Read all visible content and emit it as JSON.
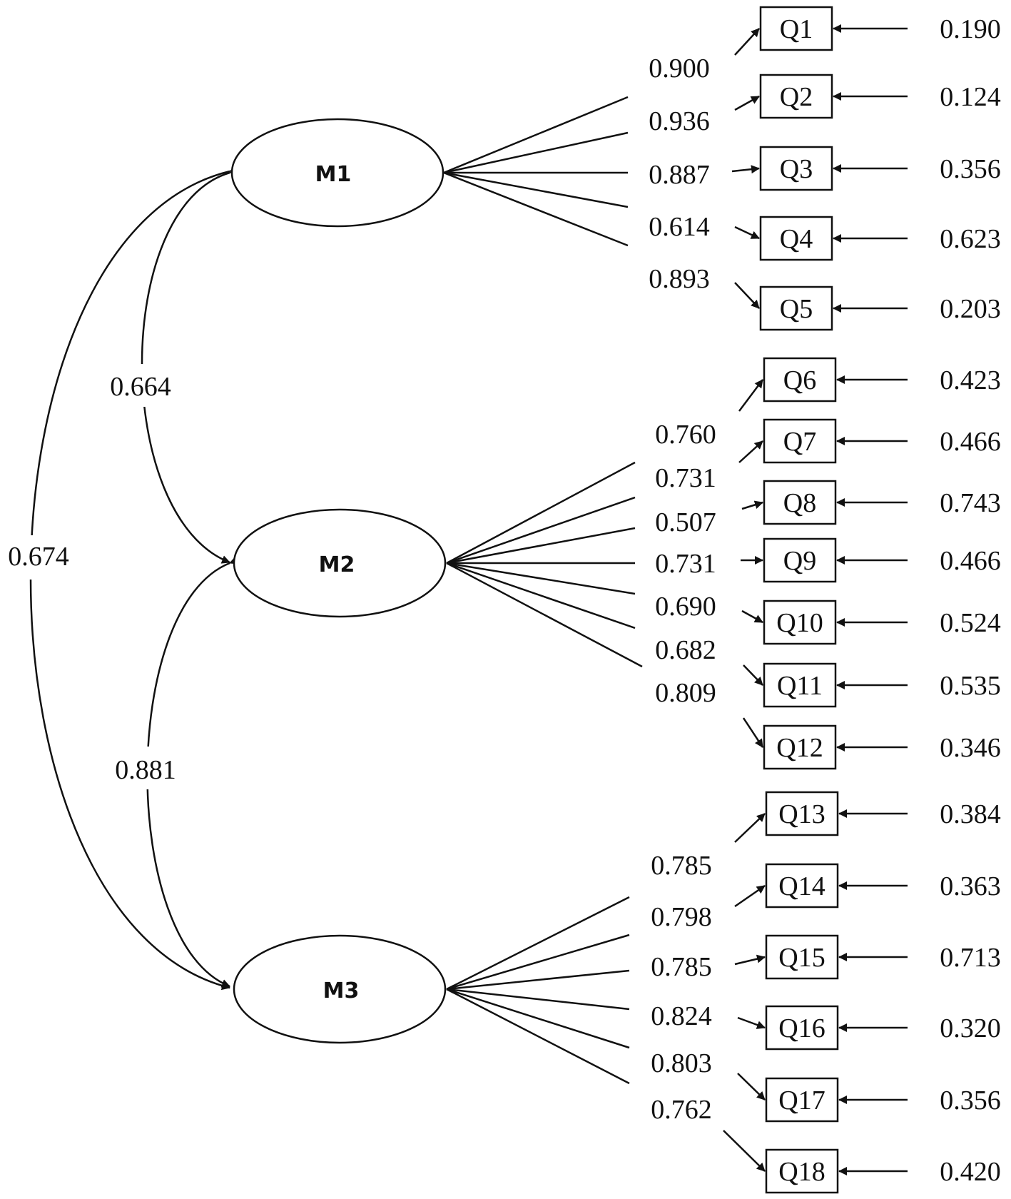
{
  "factors": [
    {
      "id": "M1",
      "label": "M1"
    },
    {
      "id": "M2",
      "label": "M2"
    },
    {
      "id": "M3",
      "label": "M3"
    }
  ],
  "indicators": [
    {
      "label": "Q1",
      "factor": "M1",
      "loading": "0.900",
      "error": "0.190"
    },
    {
      "label": "Q2",
      "factor": "M1",
      "loading": "0.936",
      "error": "0.124"
    },
    {
      "label": "Q3",
      "factor": "M1",
      "loading": "0.887",
      "error": "0.356"
    },
    {
      "label": "Q4",
      "factor": "M1",
      "loading": "0.614",
      "error": "0.623"
    },
    {
      "label": "Q5",
      "factor": "M1",
      "loading": "0.893",
      "error": "0.203"
    },
    {
      "label": "Q6",
      "factor": "M2",
      "loading": "0.760",
      "error": "0.423"
    },
    {
      "label": "Q7",
      "factor": "M2",
      "loading": "0.731",
      "error": "0.466"
    },
    {
      "label": "Q8",
      "factor": "M2",
      "loading": "0.507",
      "error": "0.743"
    },
    {
      "label": "Q9",
      "factor": "M2",
      "loading": "0.731",
      "error": "0.466"
    },
    {
      "label": "Q10",
      "factor": "M2",
      "loading": "0.690",
      "error": "0.524"
    },
    {
      "label": "Q11",
      "factor": "M2",
      "loading": "0.682",
      "error": "0.535"
    },
    {
      "label": "Q12",
      "factor": "M2",
      "loading": "0.809",
      "error": "0.346"
    },
    {
      "label": "Q13",
      "factor": "M3",
      "loading": "0.785",
      "error": "0.384"
    },
    {
      "label": "Q14",
      "factor": "M3",
      "loading": "0.798",
      "error": "0.363"
    },
    {
      "label": "Q15",
      "factor": "M3",
      "loading": "0.785",
      "error": "0.713"
    },
    {
      "label": "Q16",
      "factor": "M3",
      "loading": "0.824",
      "error": "0.320"
    },
    {
      "label": "Q17",
      "factor": "M3",
      "loading": "0.803",
      "error": "0.356"
    },
    {
      "label": "Q18",
      "factor": "M3",
      "loading": "0.762",
      "error": "0.420"
    }
  ],
  "correlations": [
    {
      "from": "M1",
      "to": "M2",
      "value": "0.664"
    },
    {
      "from": "M2",
      "to": "M3",
      "value": "0.881"
    },
    {
      "from": "M1",
      "to": "M3",
      "value": "0.674"
    }
  ]
}
